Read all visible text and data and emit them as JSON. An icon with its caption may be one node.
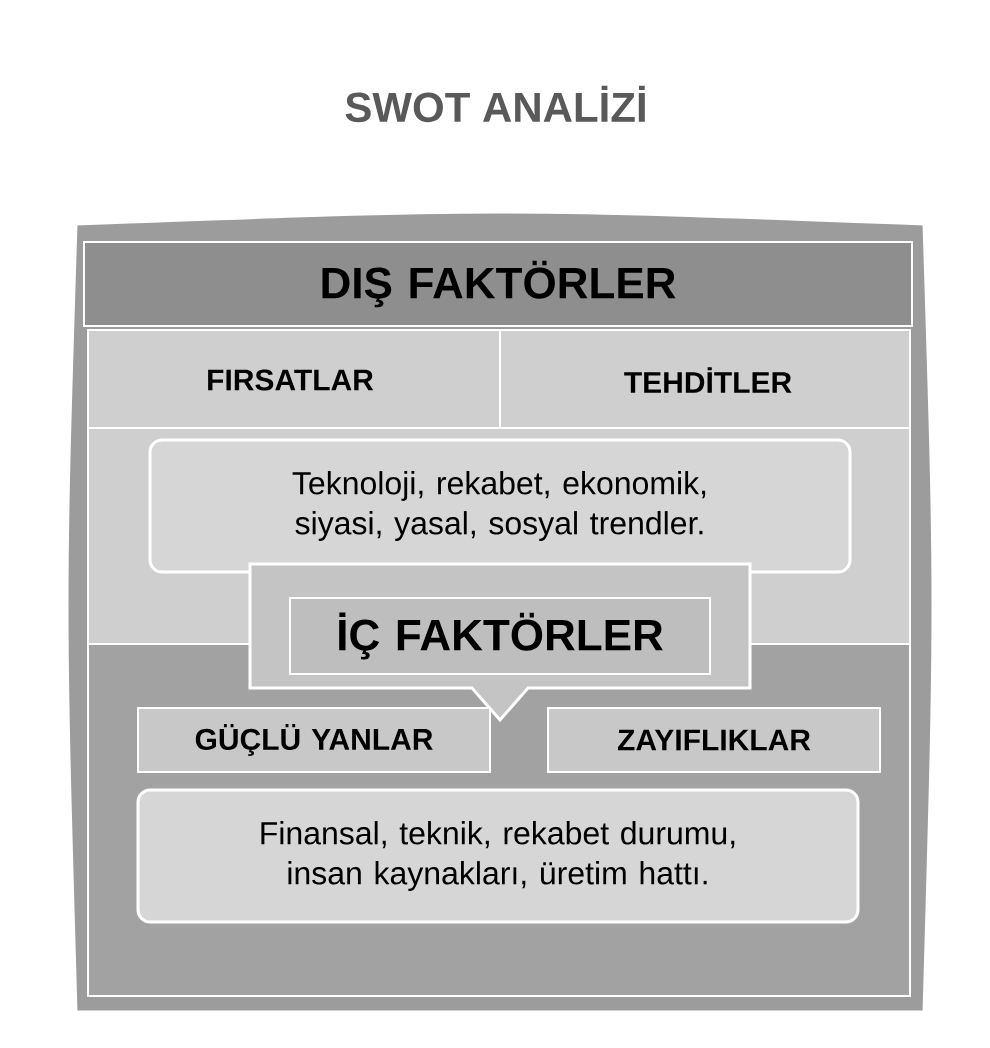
{
  "diagram": {
    "title": "SWOT ANALİZİ",
    "nodes": [
      {
        "text": [
          "DIŞ FAKTÖRLER"
        ]
      },
      {
        "text": [
          "FIRSATLAR"
        ]
      },
      {
        "text": [
          "TEHDİTLER"
        ]
      },
      {
        "text": [
          "Teknoloji, rekabet, ekonomik, siyasi, yasal, sosyal trendler."
        ]
      },
      {
        "text": [
          "İÇ FAKTÖRLER"
        ]
      },
      {
        "text": [
          "GÜÇLÜ YANLAR"
        ]
      },
      {
        "text": [
          "ZAYIFLIKLAR"
        ]
      },
      {
        "text": [
          "Finansal, teknik, rekabet durumu, insan kaynakları, üretim hattı."
        ]
      }
    ],
    "edges": []
  }
}
